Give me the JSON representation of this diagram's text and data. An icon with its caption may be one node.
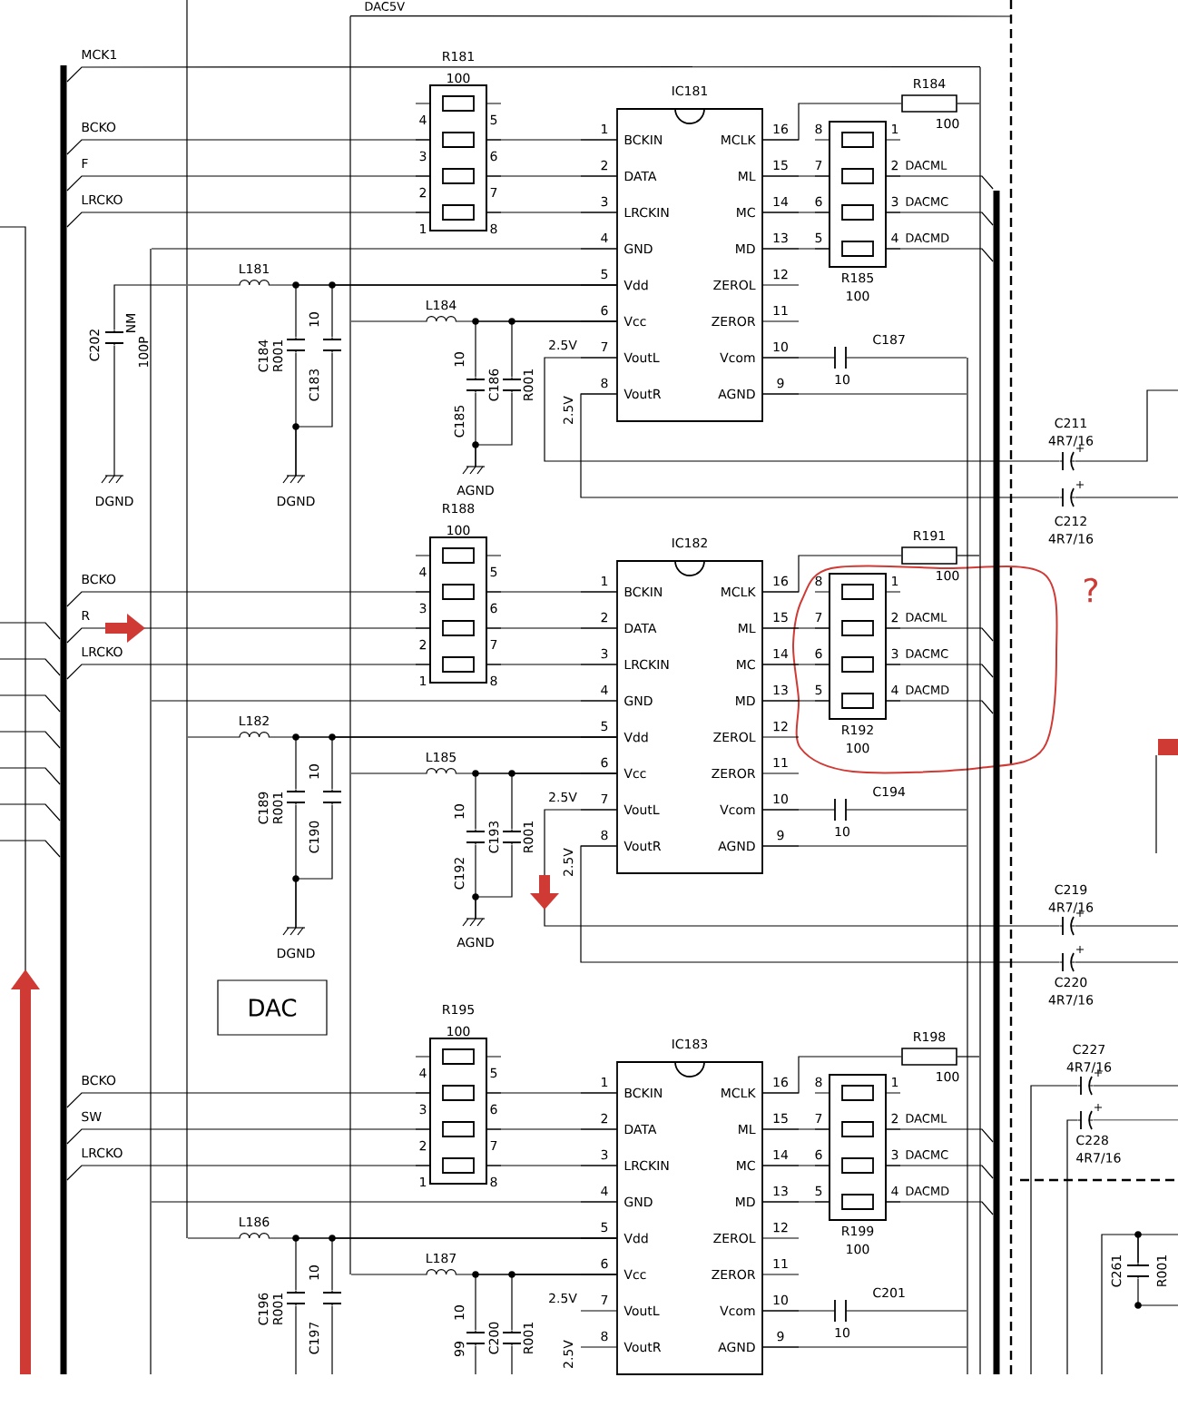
{
  "diagram": {
    "nodes": [
      {
        "text": [
          "R181",
          "100"
        ],
        "beside": [
          "4",
          "5",
          "3",
          "6",
          "2",
          "7",
          "1",
          "8"
        ]
      },
      {
        "text": [
          "IC181",
          "BCKIN",
          "MCLK",
          "DATA",
          "ML",
          "LRCKIN",
          "MC",
          "GND",
          "MD",
          "Vdd",
          "ZEROL",
          "Vcc",
          "ZEROR",
          "VoutL",
          "Vcom",
          "VoutR",
          "AGND"
        ],
        "beside": [
          "1",
          "16",
          "2",
          "15",
          "3",
          "14",
          "4",
          "13",
          "5",
          "12",
          "6",
          "11",
          "7",
          "10",
          "8",
          "9"
        ]
      },
      {
        "text": [
          "R184",
          "100"
        ]
      },
      {
        "text": [
          "R185",
          "100"
        ],
        "beside": [
          "8",
          "1",
          "7",
          "2",
          "6",
          "3",
          "5",
          "4"
        ]
      },
      {
        "text": [
          "C187",
          "10"
        ]
      },
      {
        "text": [
          "R188",
          "100"
        ],
        "beside": [
          "4",
          "5",
          "3",
          "6",
          "2",
          "7",
          "1",
          "8"
        ]
      },
      {
        "text": [
          "IC182",
          "BCKIN",
          "MCLK",
          "DATA",
          "ML",
          "LRCKIN",
          "MC",
          "GND",
          "MD",
          "Vdd",
          "ZEROL",
          "Vcc",
          "ZEROR",
          "VoutL",
          "Vcom",
          "VoutR",
          "AGND"
        ],
        "beside": [
          "1",
          "16",
          "2",
          "15",
          "3",
          "14",
          "4",
          "13",
          "5",
          "12",
          "6",
          "11",
          "7",
          "10",
          "8",
          "9"
        ]
      },
      {
        "text": [
          "R191",
          "100"
        ]
      },
      {
        "text": [
          "R192",
          "100"
        ],
        "beside": [
          "8",
          "1",
          "7",
          "2",
          "6",
          "3",
          "5",
          "4"
        ]
      },
      {
        "text": [
          "C194",
          "10"
        ]
      },
      {
        "text": [
          "DAC"
        ]
      },
      {
        "text": [
          "R195",
          "100"
        ],
        "beside": [
          "4",
          "5",
          "3",
          "6",
          "2",
          "7",
          "1",
          "8"
        ]
      },
      {
        "text": [
          "IC183",
          "BCKIN",
          "MCLK",
          "DATA",
          "ML",
          "LRCKIN",
          "MC",
          "GND",
          "MD",
          "Vdd",
          "ZEROL",
          "Vcc",
          "ZEROR",
          "VoutL",
          "Vcom",
          "VoutR",
          "AGND"
        ],
        "beside": [
          "1",
          "16",
          "2",
          "15",
          "3",
          "14",
          "4",
          "13",
          "5",
          "12",
          "6",
          "11",
          "7",
          "10",
          "8",
          "9"
        ]
      },
      {
        "text": [
          "R198",
          "100"
        ]
      },
      {
        "text": [
          "R199",
          "100"
        ],
        "beside": [
          "8",
          "1",
          "7",
          "2",
          "6",
          "3",
          "5",
          "4"
        ]
      },
      {
        "text": [
          "C201",
          "10"
        ]
      },
      {
        "text": [],
        "shape": "bar"
      },
      {
        "text": [],
        "shape": "bar"
      },
      {
        "text": [],
        "shape": "bar"
      },
      {
        "text": [],
        "shape": "bar"
      },
      {
        "text": [],
        "shape": "bar"
      },
      {
        "text": [],
        "shape": "bar"
      },
      {
        "text": [],
        "shape": "bar"
      },
      {
        "text": [
          "C211",
          "4R7/16"
        ]
      },
      {
        "text": [
          "C212",
          "4R7/16"
        ]
      },
      {
        "text": [
          "C219",
          "4R7/16"
        ]
      },
      {
        "text": [
          "C220",
          "4R7/16"
        ]
      },
      {
        "text": [
          "C227",
          "4R7/16"
        ]
      },
      {
        "text": [
          "C228",
          "4R7/16"
        ]
      },
      {
        "text": [
          "C261",
          "R001"
        ]
      },
      {
        "text": [
          "C202",
          "NM",
          "100P"
        ]
      },
      {
        "text": [
          "C184",
          "R001"
        ]
      },
      {
        "text": [
          "C183",
          "10"
        ]
      },
      {
        "text": [
          "C185",
          "10"
        ]
      },
      {
        "text": [
          "C186",
          "R001"
        ]
      },
      {
        "text": [
          "DGND"
        ]
      },
      {
        "text": [
          "DGND"
        ]
      },
      {
        "text": [
          "AGND"
        ]
      },
      {
        "text": [
          "C189",
          "R001"
        ]
      },
      {
        "text": [
          "C190",
          "10"
        ]
      },
      {
        "text": [
          "C192",
          "10"
        ]
      },
      {
        "text": [
          "C193",
          "R001"
        ]
      },
      {
        "text": [
          "DGND"
        ]
      },
      {
        "text": [
          "AGND"
        ]
      },
      {
        "text": [
          "C196",
          "R001"
        ]
      },
      {
        "text": [
          "C197",
          "10"
        ]
      },
      {
        "text": [
          "99",
          "10"
        ]
      },
      {
        "text": [
          "C200",
          "R001"
        ]
      }
    ],
    "edges": [
      {
        "from": 0,
        "to": 1,
        "arrow": "none"
      },
      {
        "from": 0,
        "to": 1,
        "arrow": "none"
      },
      {
        "from": 0,
        "to": 1,
        "arrow": "none"
      },
      {
        "from": 1,
        "to": 2,
        "arrow": "none"
      },
      {
        "from": 1,
        "to": 3,
        "arrow": "none"
      },
      {
        "from": 1,
        "to": 3,
        "arrow": "none"
      },
      {
        "from": 1,
        "to": 3,
        "arrow": "none"
      },
      {
        "from": 1,
        "to": 4,
        "arrow": "none"
      },
      {
        "from": 5,
        "to": 6,
        "arrow": "none"
      },
      {
        "from": 5,
        "to": 6,
        "arrow": "none"
      },
      {
        "from": 5,
        "to": 6,
        "arrow": "none"
      },
      {
        "from": 6,
        "to": 7,
        "arrow": "none"
      },
      {
        "from": 6,
        "to": 8,
        "arrow": "none"
      },
      {
        "from": 6,
        "to": 8,
        "arrow": "none"
      },
      {
        "from": 6,
        "to": 8,
        "arrow": "none"
      },
      {
        "from": 6,
        "to": 9,
        "arrow": "none"
      },
      {
        "from": 11,
        "to": 12,
        "arrow": "none"
      },
      {
        "from": 11,
        "to": 12,
        "arrow": "none"
      },
      {
        "from": 11,
        "to": 12,
        "arrow": "none"
      },
      {
        "from": 12,
        "to": 13,
        "arrow": "none"
      },
      {
        "from": 12,
        "to": 14,
        "arrow": "none"
      },
      {
        "from": 12,
        "to": 14,
        "arrow": "none"
      },
      {
        "from": 12,
        "to": 14,
        "arrow": "none"
      },
      {
        "from": 12,
        "to": 15,
        "arrow": "none"
      },
      {
        "from": 16,
        "to": 0,
        "arrow": "none"
      },
      {
        "from": 16,
        "to": 0,
        "arrow": "none"
      },
      {
        "from": 16,
        "to": 0,
        "arrow": "none"
      },
      {
        "from": 16,
        "to": 5,
        "arrow": "none"
      },
      {
        "from": 16,
        "to": 5,
        "arrow": "none"
      },
      {
        "from": 16,
        "to": 5,
        "arrow": "none"
      },
      {
        "from": 16,
        "to": 11,
        "arrow": "none"
      },
      {
        "from": 16,
        "to": 11,
        "arrow": "none"
      },
      {
        "from": 16,
        "to": 11,
        "arrow": "none"
      },
      {
        "from": 16,
        "to": 21,
        "arrow": "none"
      },
      {
        "from": 17,
        "to": 1,
        "arrow": "none"
      },
      {
        "from": 6,
        "to": 17,
        "arrow": "none"
      },
      {
        "from": 12,
        "to": 17,
        "arrow": "none"
      },
      {
        "from": 1,
        "to": 18,
        "arrow": "none"
      },
      {
        "from": 6,
        "to": 18,
        "arrow": "none"
      },
      {
        "from": 18,
        "to": 12,
        "arrow": "none"
      },
      {
        "from": 1,
        "to": 19,
        "arrow": "none"
      },
      {
        "from": 6,
        "to": 19,
        "arrow": "none"
      },
      {
        "from": 19,
        "to": 12,
        "arrow": "none"
      },
      {
        "from": 19,
        "to": null,
        "arrow": "none"
      },
      {
        "from": 1,
        "to": 20,
        "arrow": "none"
      },
      {
        "from": 6,
        "to": 20,
        "arrow": "none"
      },
      {
        "from": 12,
        "to": 20,
        "arrow": "none"
      },
      {
        "from": 4,
        "to": 20,
        "arrow": "none"
      },
      {
        "from": 9,
        "to": 20,
        "arrow": "none"
      },
      {
        "from": 15,
        "to": 20,
        "arrow": "none"
      },
      {
        "from": 2,
        "to": 21,
        "arrow": "none"
      },
      {
        "from": 7,
        "to": 21,
        "arrow": "none"
      },
      {
        "from": 13,
        "to": 21,
        "arrow": "none"
      },
      {
        "from": 3,
        "to": 22,
        "arrow": "none"
      },
      {
        "from": 3,
        "to": 22,
        "arrow": "none"
      },
      {
        "from": 3,
        "to": 22,
        "arrow": "none"
      },
      {
        "from": 8,
        "to": 22,
        "arrow": "none"
      },
      {
        "from": 8,
        "to": 22,
        "arrow": "none"
      },
      {
        "from": 8,
        "to": 22,
        "arrow": "none"
      },
      {
        "from": 14,
        "to": 22,
        "arrow": "none"
      },
      {
        "from": 14,
        "to": 22,
        "arrow": "none"
      },
      {
        "from": 14,
        "to": 22,
        "arrow": "none"
      },
      {
        "from": null,
        "to": 16,
        "arrow": "none"
      },
      {
        "from": null,
        "to": 16,
        "arrow": "none"
      },
      {
        "from": null,
        "to": 16,
        "arrow": "none"
      },
      {
        "from": null,
        "to": 16,
        "arrow": "none"
      },
      {
        "from": null,
        "to": 16,
        "arrow": "none"
      },
      {
        "from": null,
        "to": 16,
        "arrow": "none"
      },
      {
        "from": null,
        "to": 16,
        "arrow": "none"
      },
      {
        "from": 1,
        "to": 23,
        "arrow": "none"
      },
      {
        "from": 1,
        "to": 24,
        "arrow": "none"
      },
      {
        "from": 6,
        "to": 25,
        "arrow": "none"
      },
      {
        "from": 6,
        "to": 26,
        "arrow": "none"
      },
      {
        "from": 23,
        "to": null,
        "arrow": "none"
      },
      {
        "from": 24,
        "to": null,
        "arrow": "none"
      },
      {
        "from": 25,
        "to": null,
        "arrow": "none"
      },
      {
        "from": 26,
        "to": null,
        "arrow": "none"
      },
      {
        "from": null,
        "to": 27,
        "arrow": "none"
      },
      {
        "from": 27,
        "to": null,
        "arrow": "none"
      },
      {
        "from": null,
        "to": 28,
        "arrow": "none"
      },
      {
        "from": 28,
        "to": null,
        "arrow": "none"
      },
      {
        "from": null,
        "to": 29,
        "arrow": "none"
      },
      {
        "from": 29,
        "to": null,
        "arrow": "none"
      },
      {
        "from": 29,
        "to": null,
        "arrow": "none"
      },
      {
        "from": 30,
        "to": 18,
        "arrow": "none"
      },
      {
        "from": 30,
        "to": 35,
        "arrow": "none"
      },
      {
        "from": 31,
        "to": 1,
        "arrow": "none"
      },
      {
        "from": 32,
        "to": 1,
        "arrow": "none"
      },
      {
        "from": 33,
        "to": 1,
        "arrow": "none"
      },
      {
        "from": 34,
        "to": 1,
        "arrow": "none"
      },
      {
        "from": 31,
        "to": 36,
        "arrow": "none"
      },
      {
        "from": 32,
        "to": 36,
        "arrow": "none"
      },
      {
        "from": 33,
        "to": 37,
        "arrow": "none"
      },
      {
        "from": 34,
        "to": 37,
        "arrow": "none"
      },
      {
        "from": 38,
        "to": 6,
        "arrow": "none"
      },
      {
        "from": 39,
        "to": 6,
        "arrow": "none"
      },
      {
        "from": 40,
        "to": 6,
        "arrow": "none"
      },
      {
        "from": 41,
        "to": 6,
        "arrow": "none"
      },
      {
        "from": 38,
        "to": 42,
        "arrow": "none"
      },
      {
        "from": 39,
        "to": 42,
        "arrow": "none"
      },
      {
        "from": 40,
        "to": 43,
        "arrow": "none"
      },
      {
        "from": 41,
        "to": 43,
        "arrow": "none"
      },
      {
        "from": 44,
        "to": 12,
        "arrow": "none"
      },
      {
        "from": 45,
        "to": 12,
        "arrow": "none"
      },
      {
        "from": 46,
        "to": 12,
        "arrow": "none"
      },
      {
        "from": 47,
        "to": 12,
        "arrow": "none"
      },
      {
        "from": 44,
        "to": null,
        "arrow": "none"
      },
      {
        "from": 45,
        "to": null,
        "arrow": "none"
      },
      {
        "from": 46,
        "to": null,
        "arrow": "none"
      },
      {
        "from": 47,
        "to": null,
        "arrow": "none"
      }
    ],
    "labels": [
      "DAC5V",
      "MCK1",
      "BCKO",
      "F",
      "LRCKO",
      "L181",
      "L184",
      "2.5V",
      "2.5V",
      "DACML",
      "DACMC",
      "DACMD",
      "BCKO",
      "R",
      "LRCKO",
      "L182",
      "L185",
      "2.5V",
      "2.5V",
      "DACML",
      "DACMC",
      "DACMD",
      "BCKO",
      "SW",
      "LRCKO",
      "L186",
      "L187",
      "2.5V",
      "2.5V",
      "DACML",
      "DACMC",
      "DACMD",
      "?"
    ]
  }
}
